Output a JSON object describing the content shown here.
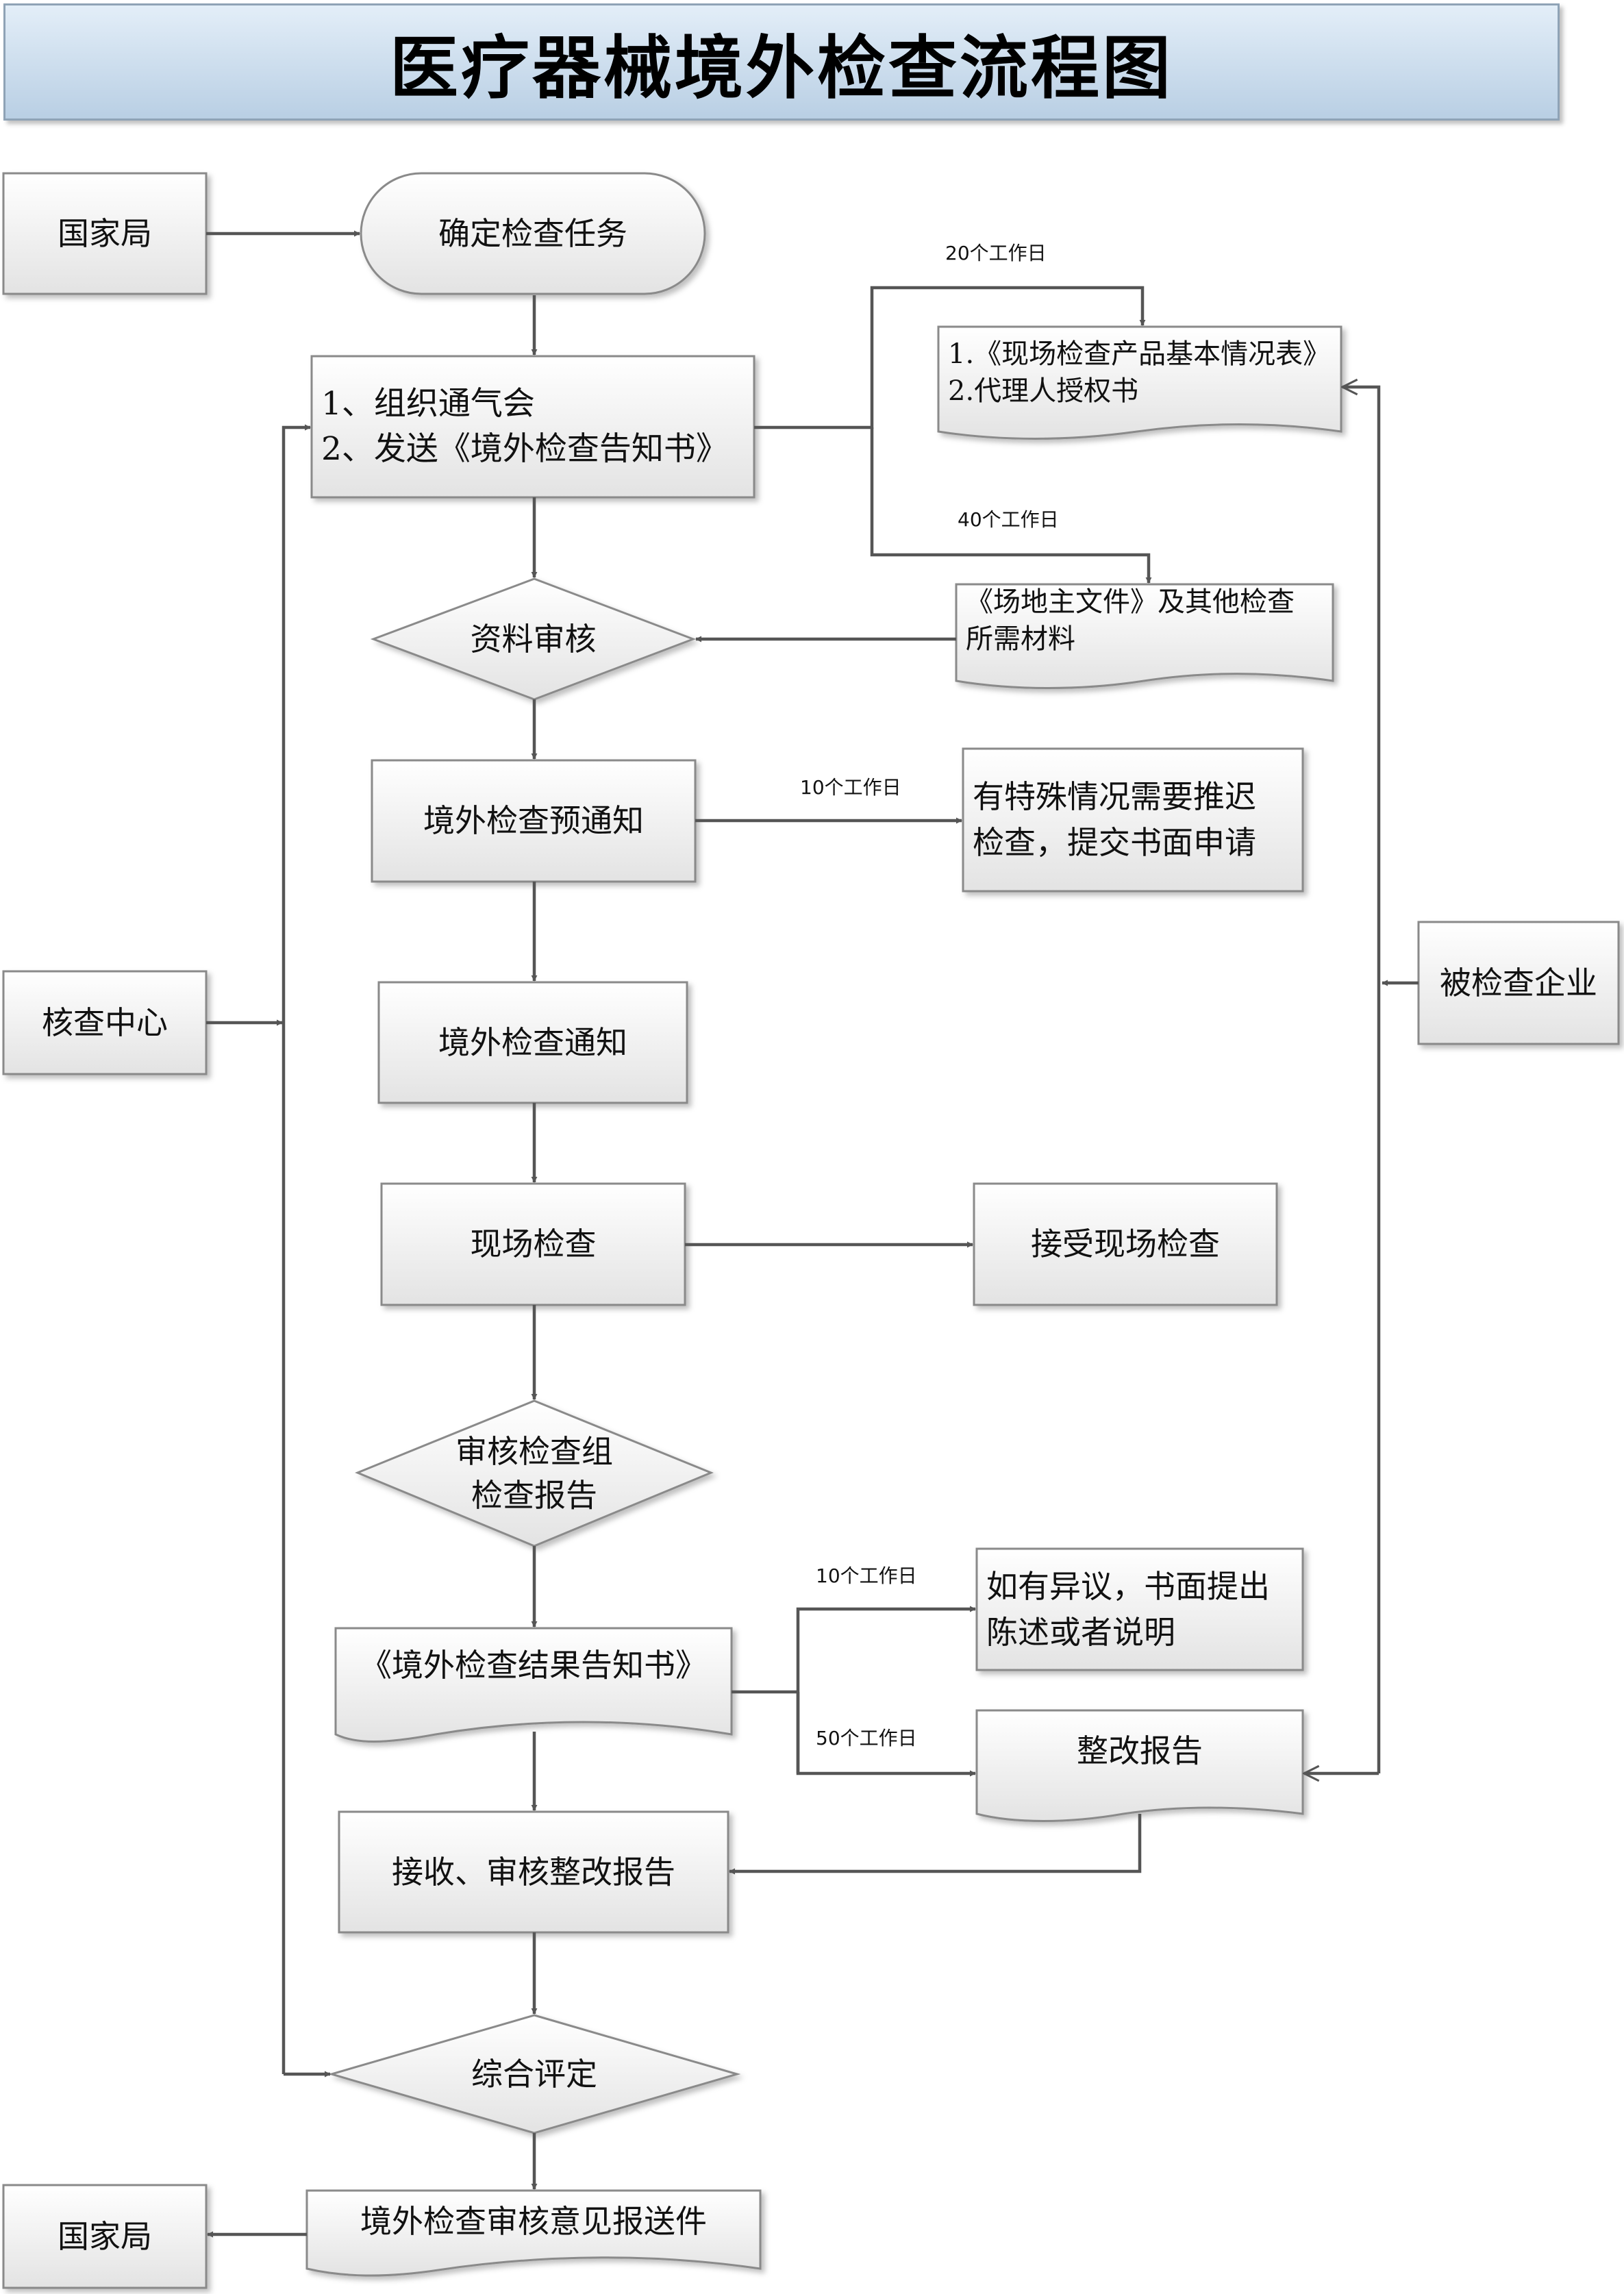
{
  "title": "医疗器械境外检查流程图",
  "actors": {
    "nmpa_top": "国家局",
    "center": "核查中心",
    "enterprise": "被检查企业",
    "nmpa_bottom": "国家局"
  },
  "steps": {
    "confirm_task": "确定检查任务",
    "meeting": [
      "1、组织通气会",
      "2、发送《境外检查告知书》"
    ],
    "material_review": "资料审核",
    "pre_notice": "境外检查预通知",
    "notice": "境外检查通知",
    "onsite": "现场检查",
    "report_review": [
      "审核检查组",
      "检查报告"
    ],
    "result_notice": "《境外检查结果告知书》",
    "rectify_review": "接收、审核整改报告",
    "evaluation": "综合评定",
    "submit": "境外检查审核意见报送件"
  },
  "enterprise_docs": {
    "basic_info": [
      "1.《现场检查产品基本情况表》",
      "2.代理人授权书"
    ],
    "site_master": [
      "《场地主文件》及其他检查",
      "所需材料"
    ],
    "postpone": [
      "有特殊情况需要推迟",
      "检查，提交书面申请"
    ],
    "accept_onsite": "接受现场检查",
    "objection": [
      "如有异议，书面提出",
      "陈述或者说明"
    ],
    "rectify_report": "整改报告"
  },
  "deadlines": {
    "basic_info": "20个工作日",
    "site_master": "40个工作日",
    "postpone": "10个工作日",
    "objection": "10个工作日",
    "rectify": "50个工作日"
  }
}
